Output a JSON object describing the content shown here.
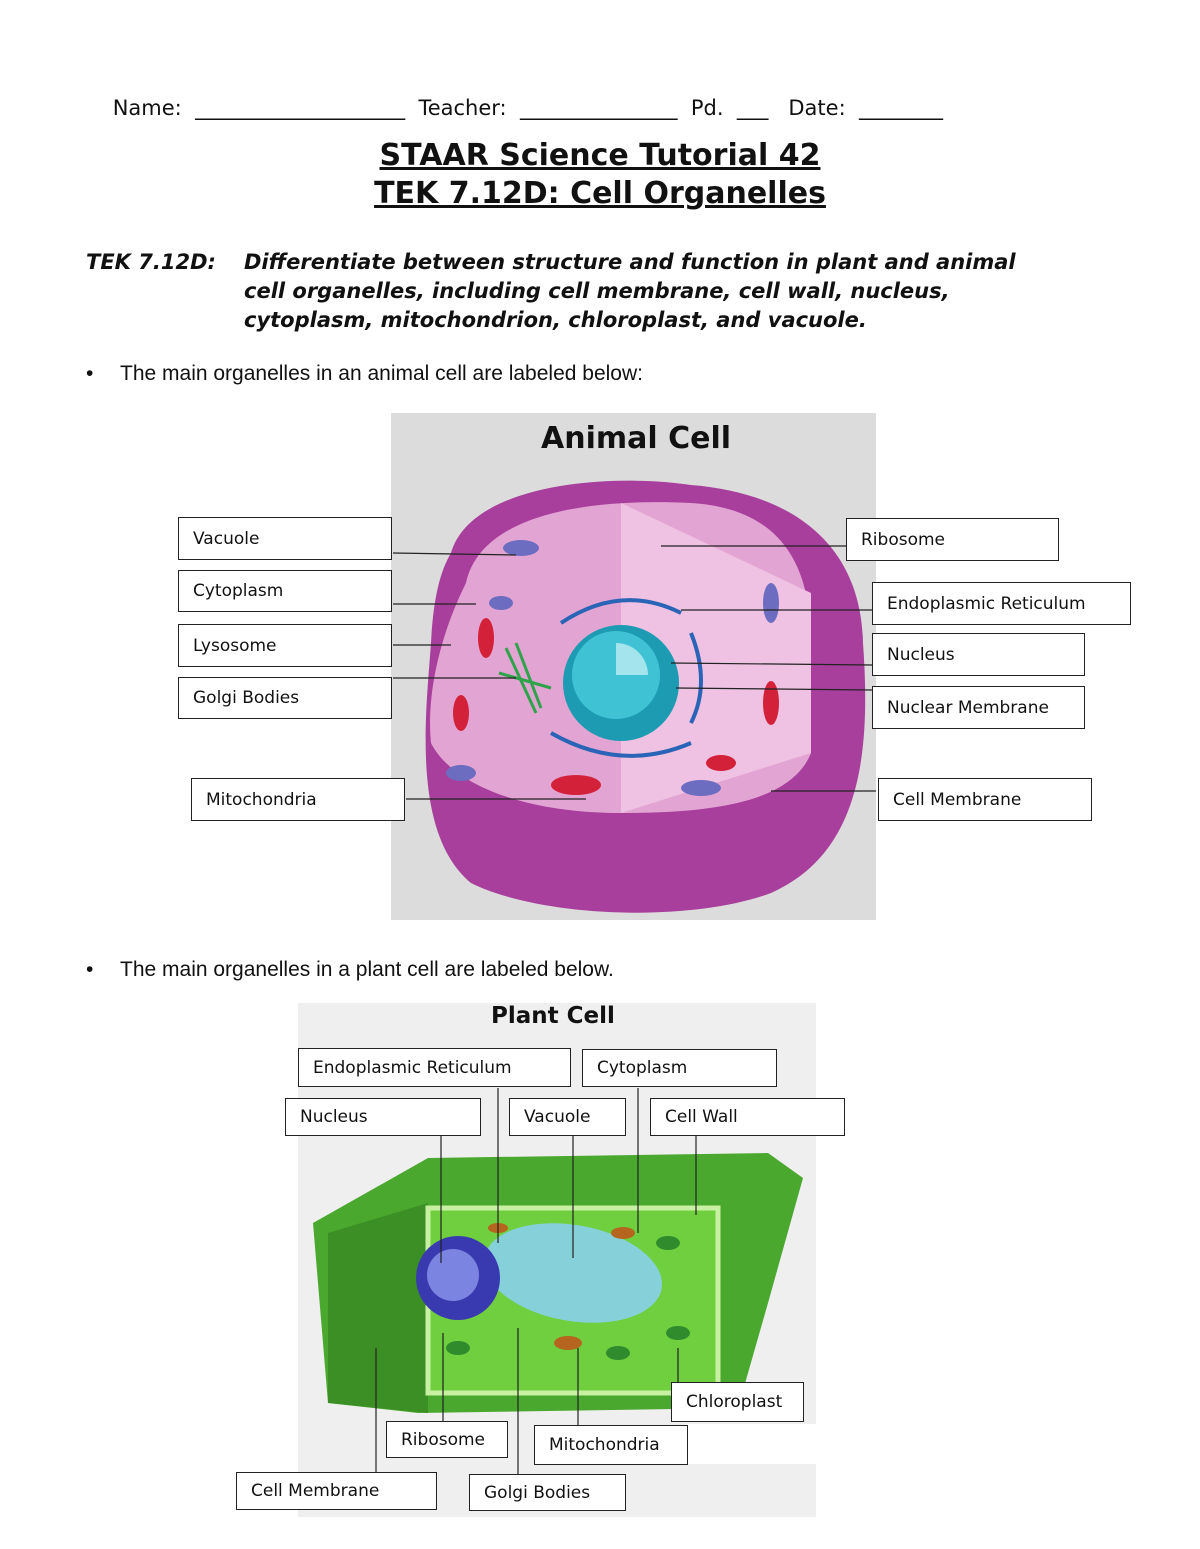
{
  "header": {
    "name": "Name:  ____________________",
    "teacher": "Teacher:  _______________",
    "pd": "Pd.  ___",
    "date": "Date:  ________"
  },
  "title": {
    "line1": "STAAR Science Tutorial 42",
    "line2": "TEK 7.12D: Cell Organelles"
  },
  "tek": {
    "label": "TEK 7.12D:",
    "line1": "Differentiate between structure and function in plant and animal",
    "line2": "cell organelles, including cell membrane, cell wall, nucleus,",
    "line3": "cytoplasm, mitochondrion, chloroplast, and vacuole."
  },
  "bullets": [
    "The main organelles in an animal cell are labeled below:",
    "The main organelles in a plant cell are labeled below."
  ],
  "animal": {
    "title": "Animal Cell",
    "labels": [
      "Vacuole",
      "Cytoplasm",
      "Lysosome",
      "Golgi Bodies",
      "Mitochondria",
      "Ribosome",
      "Endoplasmic Reticulum",
      "Nucleus",
      "Nuclear Membrane",
      "Cell Membrane"
    ]
  },
  "plant": {
    "title": "Plant Cell",
    "labels": [
      "Endoplasmic Reticulum",
      "Cytoplasm",
      "Nucleus",
      "Vacuole",
      "Cell Wall",
      "Chloroplast",
      "Ribosome",
      "Mitochondria",
      "Cell Membrane",
      "Golgi Bodies"
    ]
  }
}
